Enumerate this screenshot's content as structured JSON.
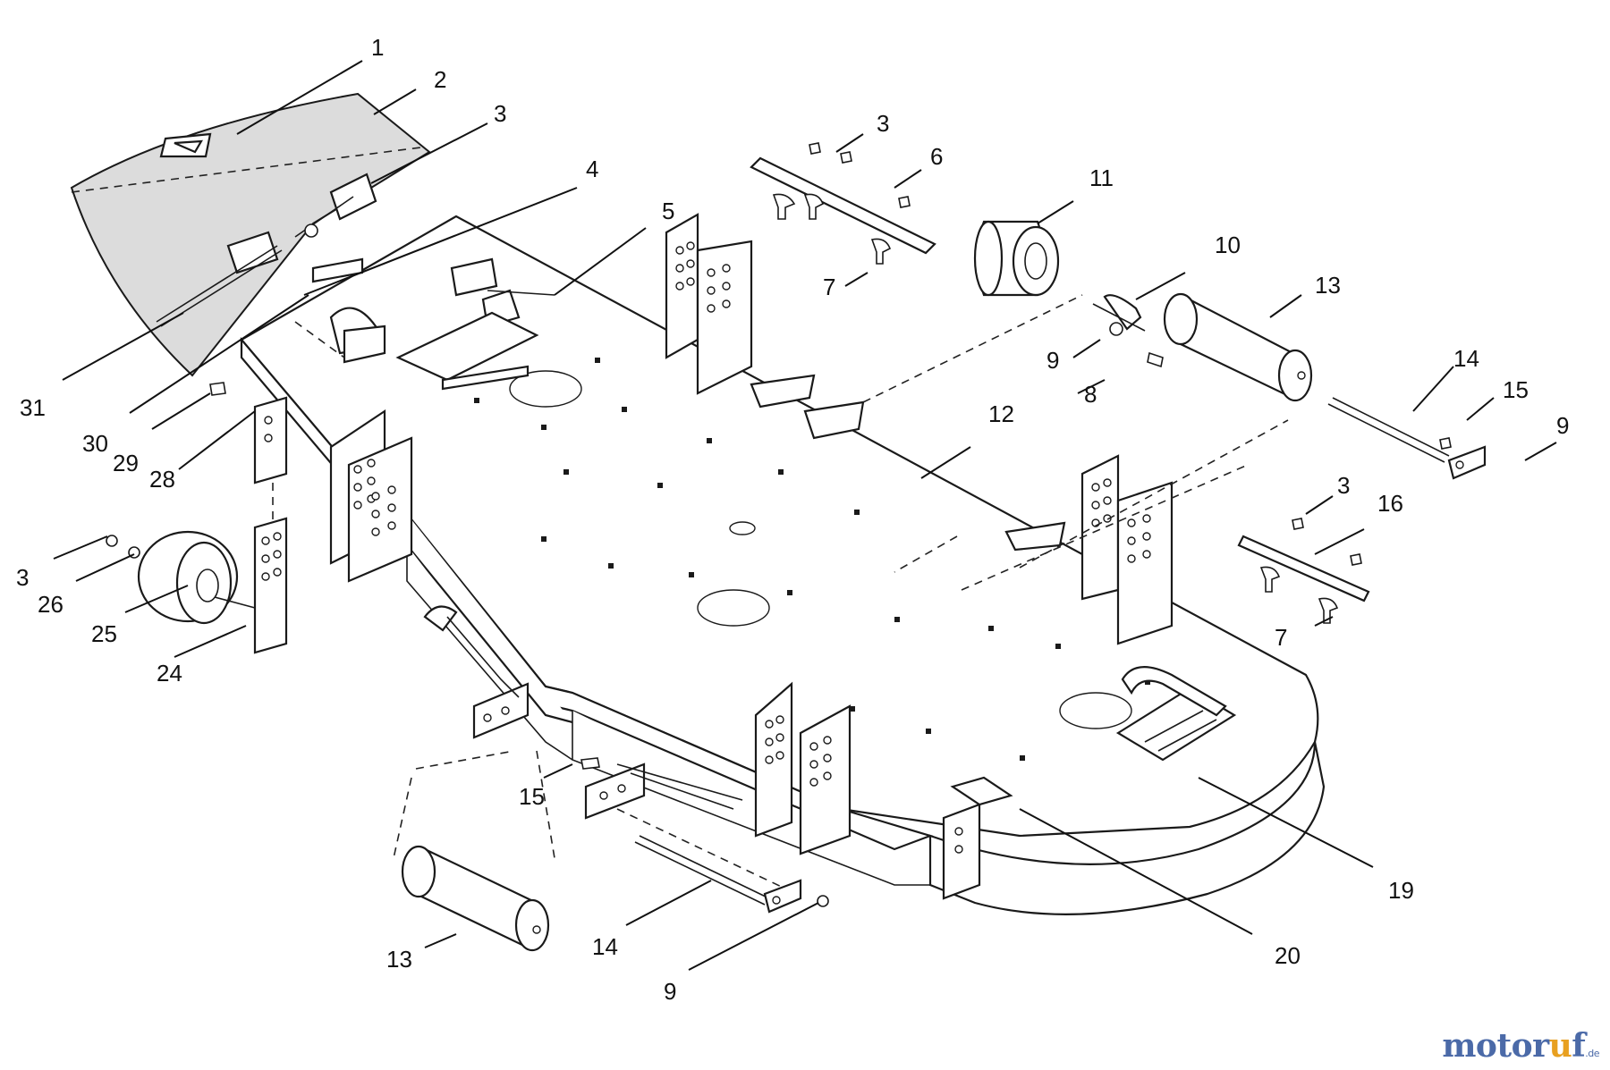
{
  "callouts": [
    "1",
    "2",
    "3",
    "4",
    "5",
    "3",
    "6",
    "11",
    "10",
    "13",
    "14",
    "15",
    "9",
    "3",
    "16",
    "7",
    "9",
    "8",
    "12",
    "7",
    "31",
    "30",
    "29",
    "28",
    "3",
    "26",
    "25",
    "24",
    "15",
    "13",
    "14",
    "9",
    "20",
    "19"
  ],
  "watermark": {
    "part1": "motor",
    "part2": "u",
    "part3": "f",
    "tld": ".de"
  },
  "colors": {
    "watermark_blue": "#4b6aa8",
    "watermark_orange": "#e8a020",
    "line": "#1a1a1a"
  }
}
